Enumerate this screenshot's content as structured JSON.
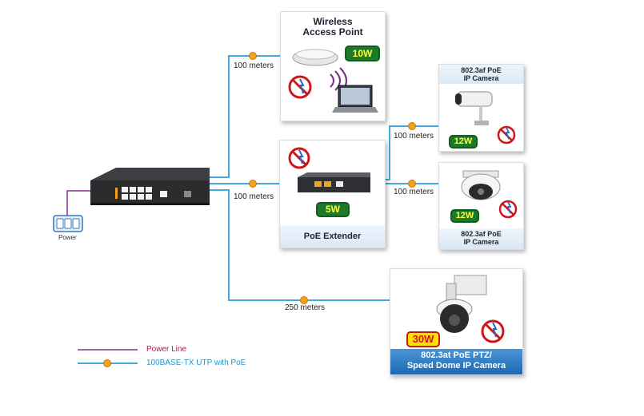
{
  "switch": {
    "power_label": "Power"
  },
  "cards": {
    "wireless_ap": {
      "title_line1": "Wireless",
      "title_line2": "Access Point",
      "power": "10W"
    },
    "camera_top": {
      "title_line1": "802.3af PoE",
      "title_line2": "IP Camera",
      "power": "12W"
    },
    "extender": {
      "title": "PoE Extender",
      "power": "5W"
    },
    "camera_dome": {
      "title_line1": "802.3af PoE",
      "title_line2": "IP Camera",
      "power": "12W"
    },
    "ptz": {
      "title_line1": "802.3at PoE PTZ/",
      "title_line2": "Speed Dome IP Camera",
      "power": "30W"
    }
  },
  "distances": {
    "ap": "100 meters",
    "extender": "100 meters",
    "camera_top": "100 meters",
    "camera_dome": "100 meters",
    "ptz": "250 meters"
  },
  "legend": {
    "power_line": "Power Line",
    "utp": "100BASE-TX UTP with PoE"
  },
  "colors": {
    "utp_line": "#45a9df",
    "power_line": "#8b2f8f",
    "poe_dot": "#f3a21b",
    "legend_power_text": "#b0184e",
    "legend_utp_text": "#1f97c9"
  }
}
